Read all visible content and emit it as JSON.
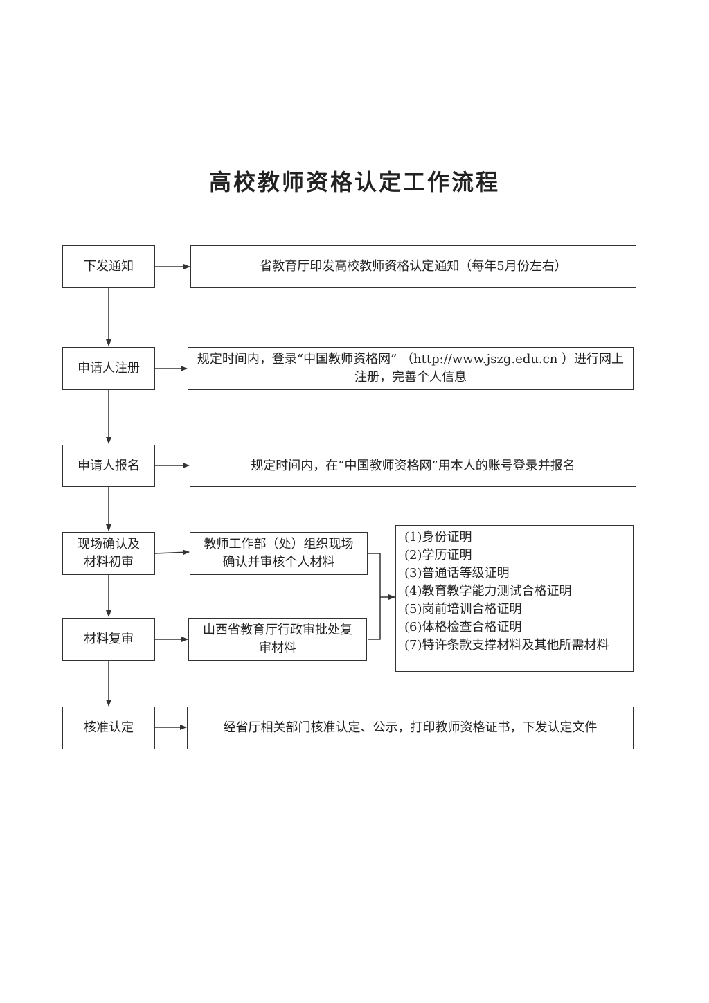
{
  "title": "高校教师资格认定工作流程",
  "steps": [
    {
      "label": "下发通知",
      "detail": "省教育厅印发高校教师资格认定通知（每年5月份左右）"
    },
    {
      "label": "申请人注册",
      "detail": "规定时间内，登录“中国教师资格网” （http://www.jszg.edu.cn ）进行网上注册，完善个人信息"
    },
    {
      "label": "申请人报名",
      "detail": "规定时间内，在“中国教师资格网”用本人的账号登录并报名"
    },
    {
      "label": "现场确认及材料初审",
      "detail": "教师工作部（处）组织现场确认并审核个人材料"
    },
    {
      "label": "材料复审",
      "detail": "山西省教育厅行政审批处复审材料"
    },
    {
      "label": "核准认定",
      "detail": "经省厅相关部门核准认定、公示，打印教师资格证书，下发认定文件"
    }
  ],
  "materials": [
    "(1)身份证明",
    "(2)学历证明",
    "(3)普通话等级证明",
    "(4)教育教学能力测试合格证明",
    "(5)岗前培训合格证明",
    "(6)体格检查合格证明",
    "(7)特许条款支撑材料及其他所需材料"
  ]
}
